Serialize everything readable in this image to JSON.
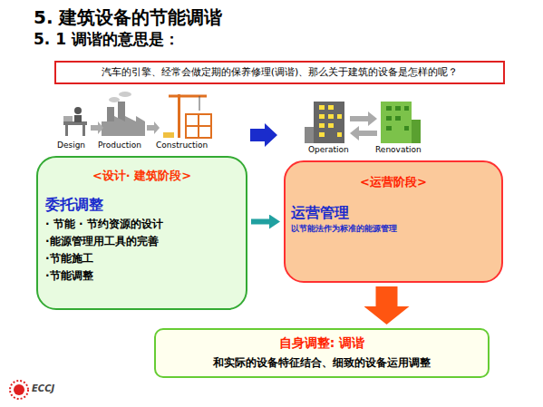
{
  "diagram": {
    "title": "5. 建筑设备的节能调谐",
    "nodes": [
      {
        "text": [
          "汽车的引擎、经常会做定期的保养修理(调谐)、那么关于建筑的设备是怎样的呢？"
        ]
      },
      {
        "text": [
          "<设计· 建筑阶段>",
          "委托调整",
          "· 节能 · 节约资源的设计",
          "·能源管理用工具的完善",
          "·节能施工",
          "·节能调整"
        ]
      },
      {
        "text": [
          "<运营阶段>",
          "运营管理",
          "以节能法作为标准的能源管理"
        ]
      },
      {
        "text": [
          "自身调整: 调谐",
          "和实际的设备特征结合、细致的设备运用调整"
        ]
      }
    ],
    "edges": [
      {
        "from": 1,
        "to": 2,
        "arrow": "to"
      },
      {
        "from": 2,
        "to": 3,
        "arrow": "to"
      }
    ],
    "labels": [
      "5. 1 调谐的意思是：",
      "Design",
      "Production",
      "Construction",
      "Operation",
      "Renovation",
      "ECCJ"
    ]
  }
}
